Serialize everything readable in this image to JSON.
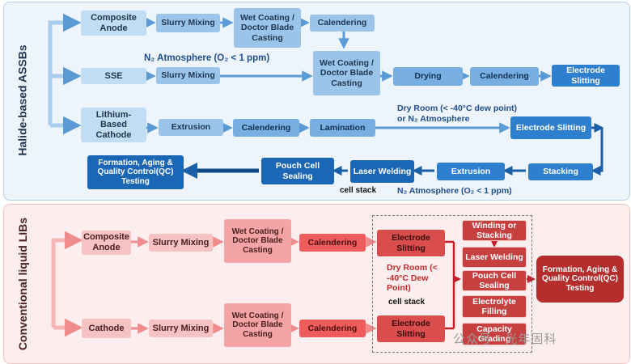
{
  "halide": {
    "section_label": "Halide-based ASSBs",
    "composite_anode": "Composite Anode",
    "slurry_mixing_1": "Slurry Mixing",
    "wet_coating_1": "Wet Coating / Doctor Blade Casting",
    "calendering_1": "Calendering",
    "n2_note": "N₂ Atmosphere (O₂ < 1 ppm)",
    "sse": "SSE",
    "slurry_mixing_2": "Slurry Mixing",
    "wet_coating_2": "Wet Coating / Doctor Blade Casting",
    "drying": "Drying",
    "calendering_2": "Calendering",
    "electrode_slitting_1": "Electrode Slitting",
    "lithium_cathode": "Lithium-Based Cathode",
    "extrusion_1": "Extrusion",
    "calendering_3": "Calendering",
    "lamination": "Lamination",
    "dry_room_note": "Dry Room (< -40°C dew point) or N₂ Atmosphere",
    "electrode_slitting_2": "Electrode Slitting",
    "stacking": "Stacking",
    "extrusion_2": "Extrusion",
    "laser_welding": "Laser Welding",
    "pouch_cell_sealing": "Pouch Cell Sealing",
    "formation": "Formation, Aging & Quality Control(QC) Testing",
    "cell_stack_note": "cell stack",
    "n2_note_2": "N₂ Atmosphere (O₂ < 1 ppm)"
  },
  "liquid": {
    "section_label": "Conventional liquid LIBs",
    "composite_anode": "Composite Anode",
    "slurry_mixing_1": "Slurry Mixing",
    "wet_coating_1": "Wet Coating / Doctor Blade Casting",
    "calendering_1": "Calendering",
    "electrode_slitting_1": "Electrode Slitting",
    "cathode": "Cathode",
    "slurry_mixing_2": "Slurry Mixing",
    "wet_coating_2": "Wet Coating / Doctor Blade Casting",
    "calendering_2": "Calendering",
    "electrode_slitting_2": "Electrode Slitting",
    "dry_room_note": "Dry Room (< -40°C Dew Point)",
    "cell_stack_note": "cell stack",
    "winding": "Winding or Stacking",
    "laser_welding": "Laser Welding",
    "pouch_cell_sealing": "Pouch Cell Sealing",
    "electrolyte_filling": "Electrolyte Filling",
    "capacity_grading": "Capacity Grading",
    "formation": "Formation, Aging & Quality Control(QC) Testing"
  },
  "watermark": "公众号 · 光年固科"
}
